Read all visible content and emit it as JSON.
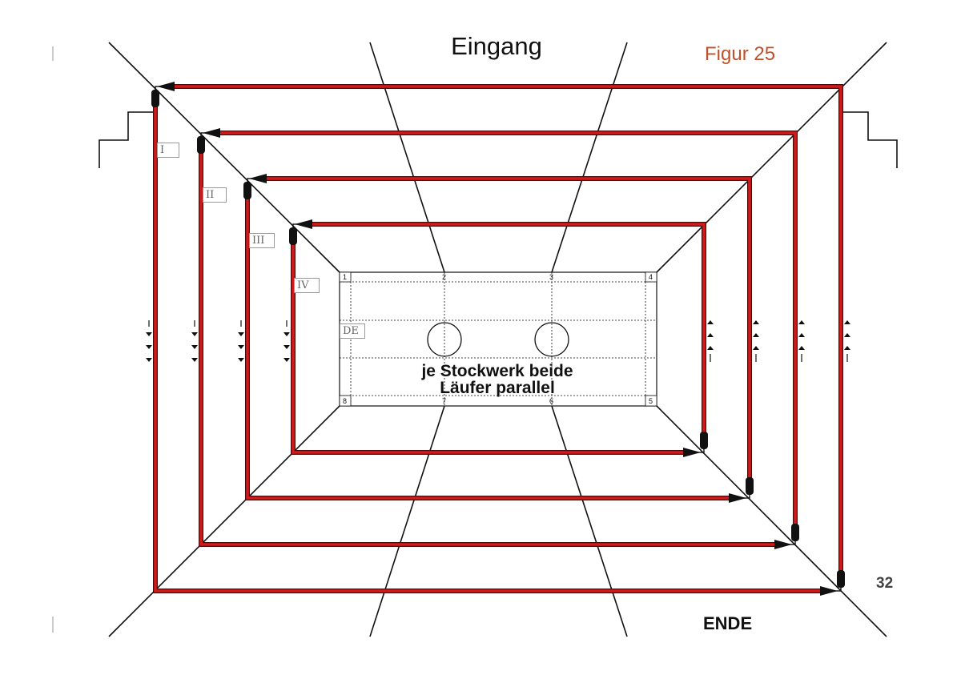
{
  "header": {
    "title": "Eingang",
    "figure_label": "Figur 25"
  },
  "footer": {
    "end_label": "ENDE",
    "page_number": "32"
  },
  "board": {
    "center_text_line1": "je Stockwerk beide",
    "center_text_line2": "Läufer parallel",
    "inner_label": "DE",
    "corner_numbers": [
      "1",
      "2",
      "3",
      "4",
      "5",
      "6",
      "7",
      "8"
    ]
  },
  "floors": [
    {
      "label": "I"
    },
    {
      "label": "II"
    },
    {
      "label": "III"
    },
    {
      "label": "IV"
    }
  ],
  "colors": {
    "path": "#d11a1a",
    "lines": "#111111",
    "figure_label": "#c0502a"
  }
}
